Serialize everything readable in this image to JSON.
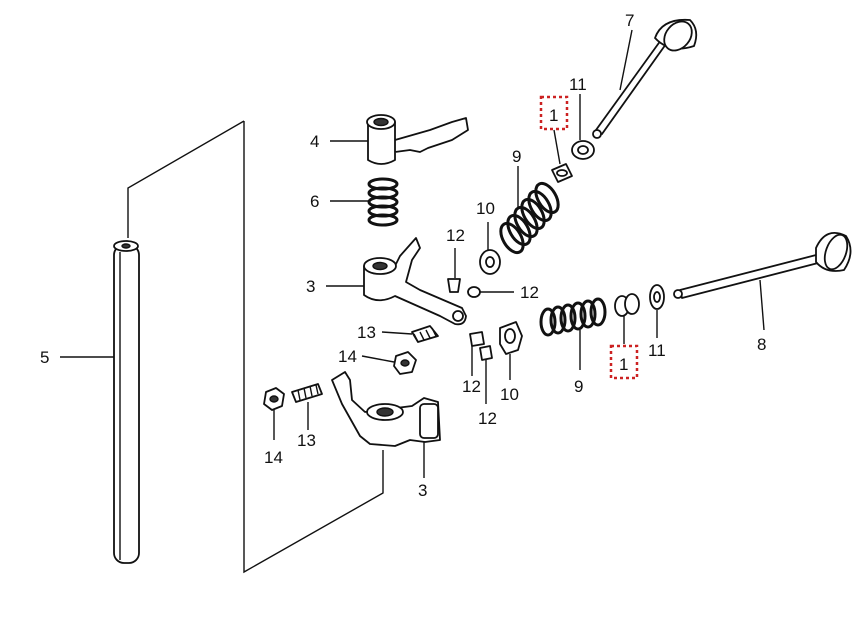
{
  "callouts": {
    "pushrod": "5",
    "rocker_pivot": "4",
    "spring_small": "6",
    "rocker_arm_upper": "3",
    "rocker_arm_lower": "3",
    "adjuster_upper": "13",
    "adjuster_lower": "13",
    "nut_upper": "14",
    "nut_lower": "14",
    "cotter_a": "12",
    "cotter_b": "12",
    "cotter_c": "12",
    "cotter_d": "12",
    "retainer_upper": "10",
    "retainer_lower": "10",
    "spring_upper": "9",
    "spring_lower": "9",
    "seal_upper": "1",
    "seal_lower": "1",
    "seat_upper": "11",
    "seat_lower": "11",
    "valve_upper": "7",
    "valve_lower": "8"
  },
  "colors": {
    "highlight": "#cc2222",
    "ink": "#111111"
  }
}
